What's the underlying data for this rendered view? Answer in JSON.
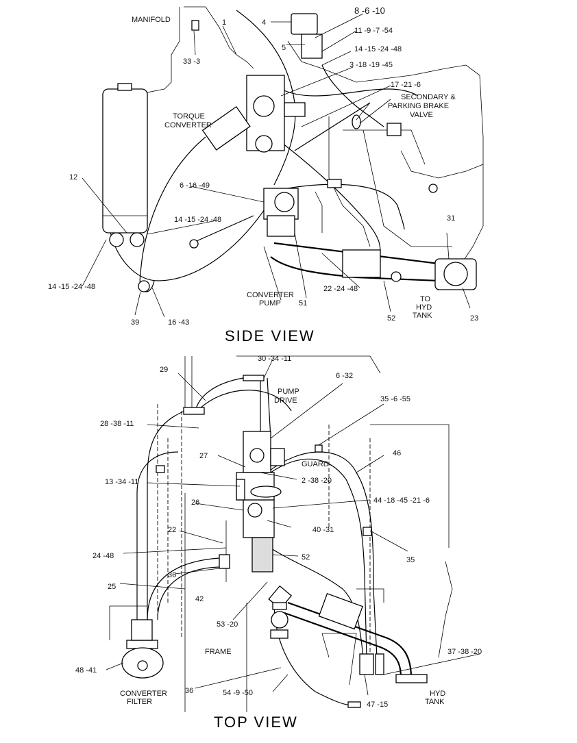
{
  "side_view": {
    "title": "SIDE VIEW",
    "labels": {
      "manifold": "MANIFOLD",
      "torque_converter_1": "TORQUE",
      "torque_converter_2": "CONVERTER",
      "secondary_brake_1": "SECONDARY &",
      "secondary_brake_2": "PARKING BRAKE",
      "secondary_brake_3": "VALVE",
      "converter_pump_1": "CONVERTER",
      "converter_pump_2": "PUMP",
      "to_hyd_tank_1": "TO",
      "to_hyd_tank_2": "HYD",
      "to_hyd_tank_3": "TANK"
    },
    "callouts": {
      "c1": "1",
      "c4": "4",
      "c5": "5",
      "c8_6_10": "8 -6 -10",
      "c11_9_7_54": "11 -9 -7 -54",
      "c14_15_24_48_top": "14 -15 -24 -48",
      "c3_18_19_45": "3 -18 -19 -45",
      "c17_21_6": "17 -21 -6",
      "c33_3": "33 -3",
      "c12": "12",
      "c14_15_24_48_mid": "14 -15 -24 -48",
      "c6_16_49": "6 -16 -49",
      "c31": "31",
      "c14_15_24_48_left": "14 -15 -24 -48",
      "c22_24_48": "22 -24 -48",
      "c51": "51",
      "c52": "52",
      "c23": "23",
      "c39": "39",
      "c16_43": "16 -43"
    }
  },
  "top_view": {
    "title": "TOP VIEW",
    "labels": {
      "pump_drive_1": "PUMP",
      "pump_drive_2": "DRIVE",
      "guard": "GUARD",
      "frame": "FRAME",
      "converter_filter_1": "CONVERTER",
      "converter_filter_2": "FILTER",
      "hyd_tank_1": "HYD",
      "hyd_tank_2": "TANK"
    },
    "callouts": {
      "c30_34_11": "30 -34 -11",
      "c29": "29",
      "c6_32": "6 -32",
      "c35_6_55": "35 -6 -55",
      "c28_38_11": "28 -38 -11",
      "c46": "46",
      "c27": "27",
      "c13_34_11": "13 -34 -11",
      "c2_38_20": "2 -38 -20",
      "c26": "26",
      "c44_18_45_21_6": "44 -18 -45 -21 -6",
      "c22": "22",
      "c40_31": "40 -31",
      "c35": "35",
      "c24_48": "24 -48",
      "c52": "52",
      "c36_a": "36",
      "c25": "25",
      "c42": "42",
      "c53_20": "53 -20",
      "c37_38_20": "37 -38 -20",
      "c48_41": "48 -41",
      "c36_b": "36",
      "c54_9_50": "54 -9 -50",
      "c47_15": "47 -15"
    }
  }
}
